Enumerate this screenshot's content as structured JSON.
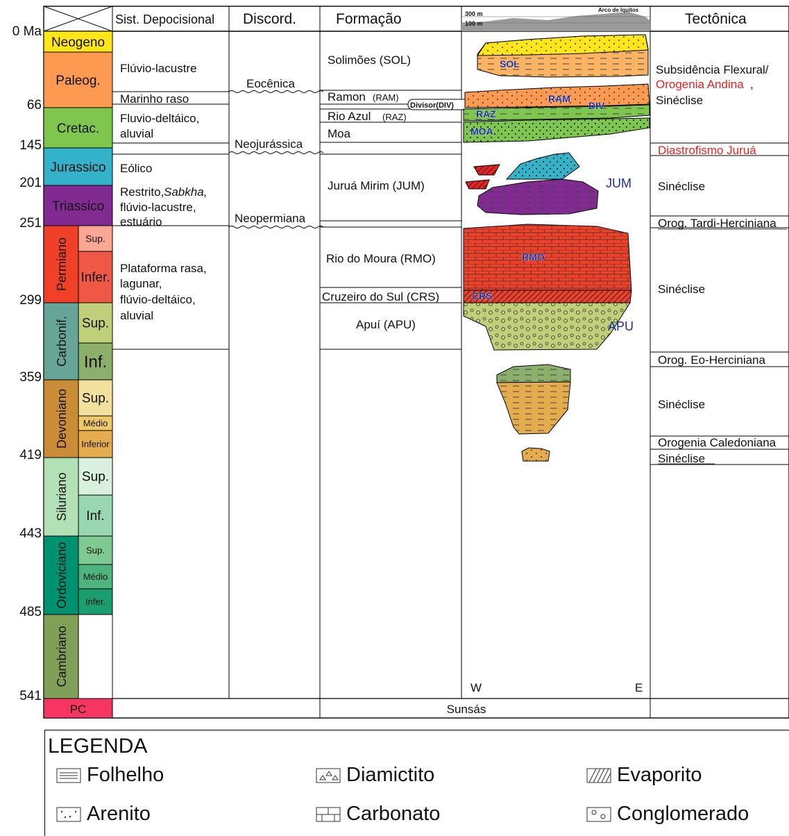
{
  "headers": {
    "sistema": "Sist. Depocisional",
    "discord": "Discord.",
    "formacao": "Formação",
    "tectonica": "Tectônica",
    "depth_300": "300 m",
    "depth_100": "100 m",
    "arco": "Arco de Iquitos"
  },
  "age_labels": [
    {
      "label": "0 Ma",
      "age": 0
    },
    {
      "label": "66",
      "age": 66
    },
    {
      "label": "145",
      "age": 145
    },
    {
      "label": "201",
      "age": 201
    },
    {
      "label": "251",
      "age": 251
    },
    {
      "label": "299",
      "age": 299
    },
    {
      "label": "359",
      "age": 359
    },
    {
      "label": "419",
      "age": 419
    },
    {
      "label": "443",
      "age": 443
    },
    {
      "label": "485",
      "age": 485
    },
    {
      "label": "541",
      "age": 541
    }
  ],
  "periods": [
    {
      "name": "Neogeno",
      "vertical": false,
      "color": "#FFE619",
      "subs": []
    },
    {
      "name": "Paleog.",
      "vertical": false,
      "color": "#FD9A52",
      "subs": []
    },
    {
      "name": "Cretac.",
      "vertical": false,
      "color": "#7FC64E",
      "subs": []
    },
    {
      "name": "Jurassico",
      "vertical": false,
      "color": "#34B2C9",
      "subs": []
    },
    {
      "name": "Triassico",
      "vertical": false,
      "color": "#812B92",
      "subs": []
    },
    {
      "name": "Permiano",
      "vertical": true,
      "color": "#F04028",
      "subs": [
        {
          "name": "Sup.",
          "color": "#FBA794"
        },
        {
          "name": "Infer.",
          "color": "#EF5845"
        }
      ]
    },
    {
      "name": "Carbonif.",
      "vertical": true,
      "color": "#67A599",
      "subs": [
        {
          "name": "Sup.",
          "color": "#BFD078"
        },
        {
          "name": "Inf.",
          "color": "#8CB06C"
        }
      ]
    },
    {
      "name": "Devoniano",
      "vertical": true,
      "color": "#CB8C37",
      "subs": [
        {
          "name": "Sup.",
          "color": "#F1E19D"
        },
        {
          "name": "Médio",
          "color": "#F1C868"
        },
        {
          "name": "Inferior",
          "color": "#E5AC4D"
        }
      ]
    },
    {
      "name": "Siluriano",
      "vertical": true,
      "color": "#B3E1B6",
      "subs": [
        {
          "name": "Sup.",
          "color": "#D9F0DF"
        },
        {
          "name": "Inf.",
          "color": "#99D7B3"
        }
      ]
    },
    {
      "name": "Ordoviciano",
      "vertical": true,
      "color": "#009270",
      "subs": [
        {
          "name": "Sup.",
          "color": "#7FCA93"
        },
        {
          "name": "Médio",
          "color": "#4DB47E"
        },
        {
          "name": "Infer.",
          "color": "#1A9D6F"
        }
      ]
    },
    {
      "name": "Cambriano",
      "vertical": true,
      "color": "#7FA056",
      "subs": []
    }
  ],
  "pc": {
    "name": "PC",
    "color": "#F73563"
  },
  "sunsas": "Sunsás",
  "sistemas": [
    "Flúvio-lacustre",
    "Marinho raso",
    "Fluvio-deltáico,",
    "aluvial",
    "Eólico",
    "Restrito,",
    "Sabkha",
    ",",
    "flúvio-lacustre,",
    "estuário",
    "Plataforma rasa,",
    "lagunar,",
    "flúvio-deltáico,",
    "aluvial"
  ],
  "discordancias": [
    "Eocênica",
    "Neojurássica",
    "Neopermiana"
  ],
  "formacoes": [
    {
      "name": "Solimões (SOL)",
      "code": ""
    },
    {
      "name": "Ramon ",
      "code": "(RAM)"
    },
    {
      "name": "Rio Azul ",
      "code": "(RAZ)"
    },
    {
      "name": "Moa",
      "code": ""
    },
    {
      "name": "Juruá Mirim (JUM)",
      "code": ""
    },
    {
      "name": "Rio do Moura (RMO)",
      "code": ""
    },
    {
      "name": "Cruzeiro do Sul (CRS)",
      "code": ""
    },
    {
      "name": "Apuí (APU)",
      "code": ""
    }
  ],
  "divisor": "Divisor(DIV)",
  "section_labels": [
    "SOL",
    "RAM",
    "DIV",
    "RAZ",
    "MOA",
    "JUM",
    "RMO",
    "CRS",
    "APU",
    "W",
    "E"
  ],
  "tectonica": [
    "Subsidência Flexural/",
    "Orogenia Andina",
    ",",
    "Sinéclise",
    "Diastrofismo Juruá",
    "Sinéclise",
    "Orog. Tardi-Herciniana",
    "Sinéclise",
    "Orog. Eo-Herciniana",
    "Sinéclise",
    "Orogenia Caledoniana",
    "Sinéclise"
  ],
  "legend": {
    "title": "LEGENDA",
    "items": [
      {
        "label": "Folhelho",
        "icon": "shale-icon"
      },
      {
        "label": "Diamictito",
        "icon": "diamictite-icon"
      },
      {
        "label": "Evaporito",
        "icon": "evaporite-icon"
      },
      {
        "label": "Arenito",
        "icon": "sandstone-icon"
      },
      {
        "label": "Carbonato",
        "icon": "carbonate-icon"
      },
      {
        "label": "Conglomerado",
        "icon": "conglomerate-icon"
      }
    ]
  },
  "colors": {
    "sol": "#FFE619",
    "sol_lower": "#FDB462",
    "ram": "#FD9A52",
    "raz": "#7FC64E",
    "jum_top": "#34B2C9",
    "jum": "#812B92",
    "rmo": "#F04028",
    "apu": "#BFD078",
    "dev_top": "#8CB06C",
    "dev": "#E5AC4D",
    "label_blue": "#1A2FA0",
    "red_text": "#E8211E"
  }
}
